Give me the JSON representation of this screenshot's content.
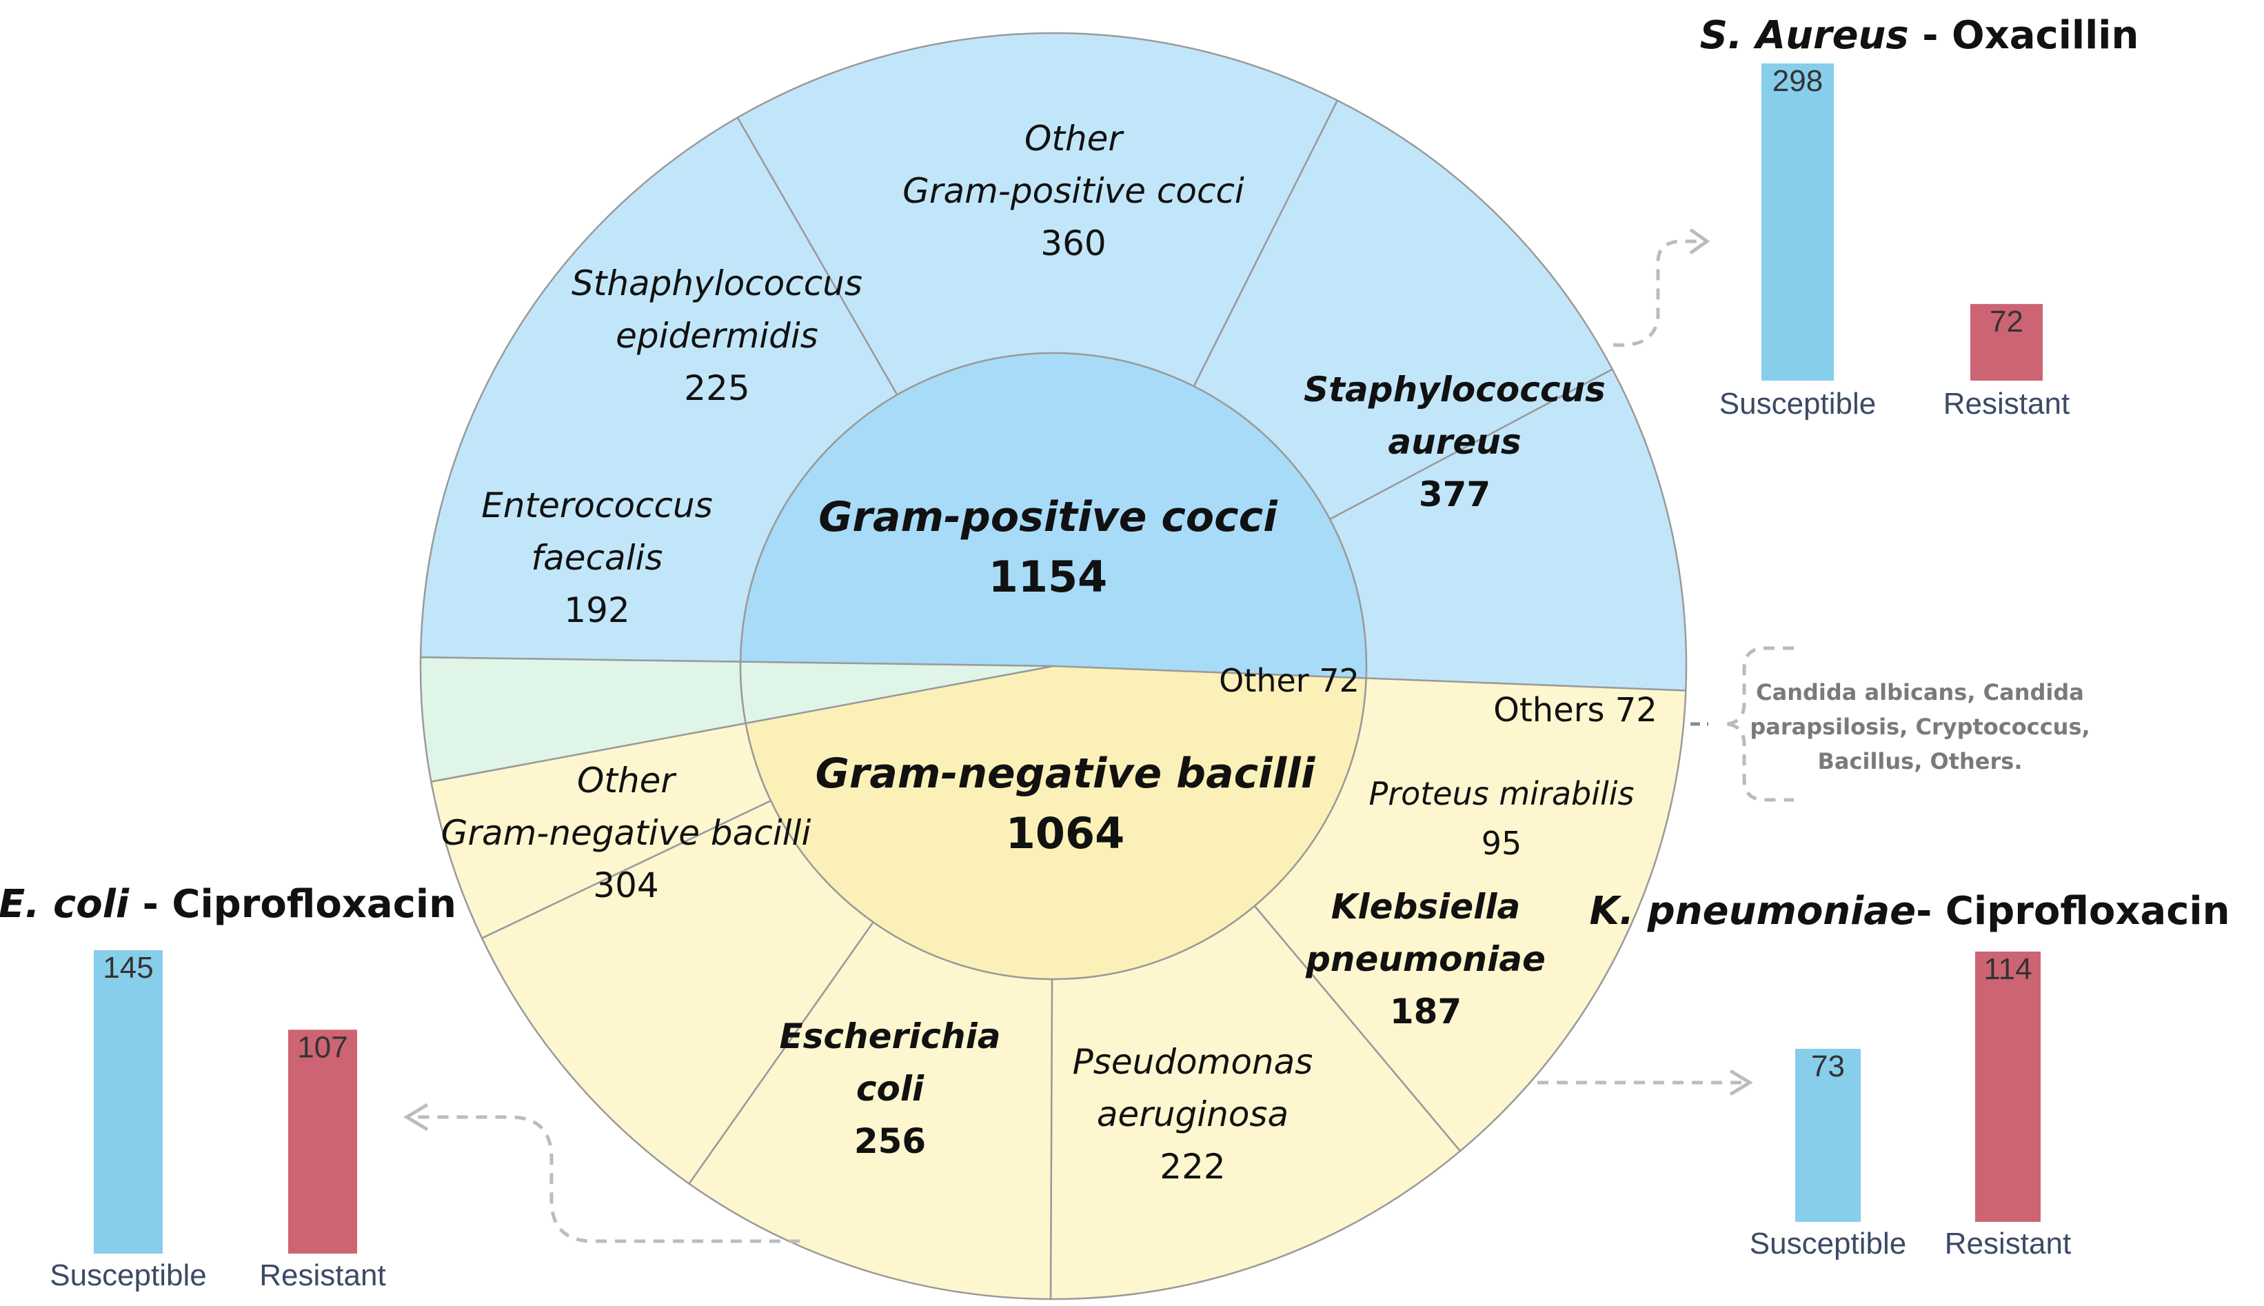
{
  "chart_data": [
    {
      "type": "sunburst",
      "inner": [
        {
          "name": "Gram-positive cocci",
          "value": 1154
        },
        {
          "name": "Gram-negative bacilli",
          "value": 1064
        },
        {
          "name": "Other",
          "value": 72
        }
      ],
      "outer": [
        {
          "group": "Gram-positive cocci",
          "line1": "Staphylococcus",
          "line2": "aureus",
          "value": 377,
          "bold": true
        },
        {
          "group": "Gram-positive cocci",
          "line1": "Other",
          "line2": "Gram-positive cocci",
          "value": 360,
          "bold": false
        },
        {
          "group": "Gram-positive cocci",
          "line1": "Sthaphylococcus",
          "line2": "epidermidis",
          "value": 225,
          "bold": false
        },
        {
          "group": "Gram-positive cocci",
          "line1": "Enterococcus",
          "line2": "faecalis",
          "value": 192,
          "bold": false
        },
        {
          "group": "Gram-negative bacilli",
          "line1": "Other",
          "line2": "Gram-negative bacilli",
          "value": 304,
          "bold": false
        },
        {
          "group": "Gram-negative bacilli",
          "line1": "Escherichia",
          "line2": "coli",
          "value": 256,
          "bold": true
        },
        {
          "group": "Gram-negative bacilli",
          "line1": "Pseudomonas",
          "line2": "aeruginosa",
          "value": 222,
          "bold": false
        },
        {
          "group": "Gram-negative bacilli",
          "line1": "Klebsiella",
          "line2": "pneumoniae",
          "value": 187,
          "bold": true
        },
        {
          "group": "Gram-negative bacilli",
          "line1": "Proteus mirabilis",
          "line2": "",
          "value": 95,
          "bold": false
        },
        {
          "group": "Other",
          "line1": "Others",
          "line2": "",
          "value": 72,
          "bold": false
        }
      ],
      "colors": {
        "gpc_inner": "#a8dbf7",
        "gpc_outer": "#c2e6f9",
        "gnb_inner": "#fbf1b8",
        "gnb_outer": "#fdf6cf",
        "other": "#dff5e8"
      },
      "others_note": [
        "Candida albicans,  Candida",
        "parapsilosis, Cryptococcus,",
        "Bacillus, Others."
      ]
    },
    {
      "type": "bar",
      "title_italic": "S. Aureus",
      "title_rest": " - Oxacillin",
      "categories": [
        "Susceptible",
        "Resistant"
      ],
      "values": [
        298,
        72
      ],
      "colors": [
        "#87ceeb",
        "#cd6473"
      ]
    },
    {
      "type": "bar",
      "title_italic": "E. coli",
      "title_rest": " - Ciprofloxacin",
      "categories": [
        "Susceptible",
        "Resistant"
      ],
      "values": [
        145,
        107
      ],
      "colors": [
        "#87ceeb",
        "#cd6473"
      ]
    },
    {
      "type": "bar",
      "title_italic": "K. pneumoniae",
      "title_rest": "- Ciprofloxacin",
      "categories": [
        "Susceptible",
        "Resistant"
      ],
      "values": [
        73,
        114
      ],
      "colors": [
        "#87ceeb",
        "#cd6473"
      ]
    }
  ]
}
